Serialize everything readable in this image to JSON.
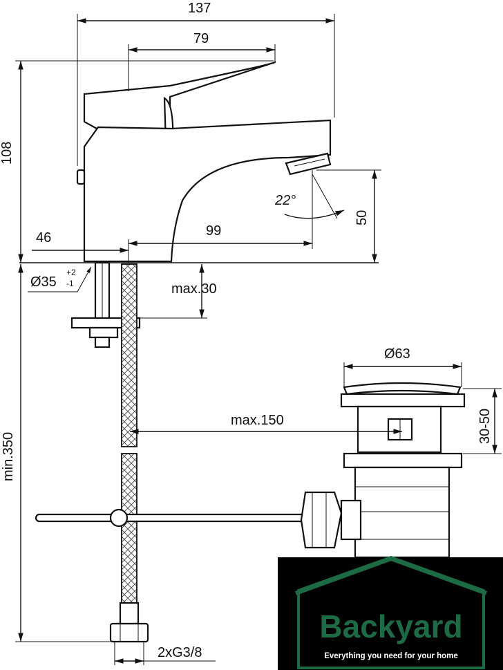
{
  "dimensions": {
    "overall_width": "137",
    "lever_width": "79",
    "height": "108",
    "spout_height": "50",
    "base_offset": "46",
    "spout_reach": "99",
    "spout_angle": "22°",
    "hole_diameter": "Ø35",
    "hole_tol_plus": "+2",
    "hole_tol_minus": "-1",
    "deck_thickness": "max.30",
    "hose_length": "min.350",
    "pop_up_distance": "max.150",
    "waste_diameter": "Ø63",
    "waste_adjust": "30-50",
    "connection": "2xG3/8"
  },
  "logo": {
    "brand": "Backyard",
    "tagline": "Everything you need for your home",
    "colors": {
      "bg": "#000000",
      "green": "#1d6b45",
      "white": "#ffffff"
    }
  }
}
